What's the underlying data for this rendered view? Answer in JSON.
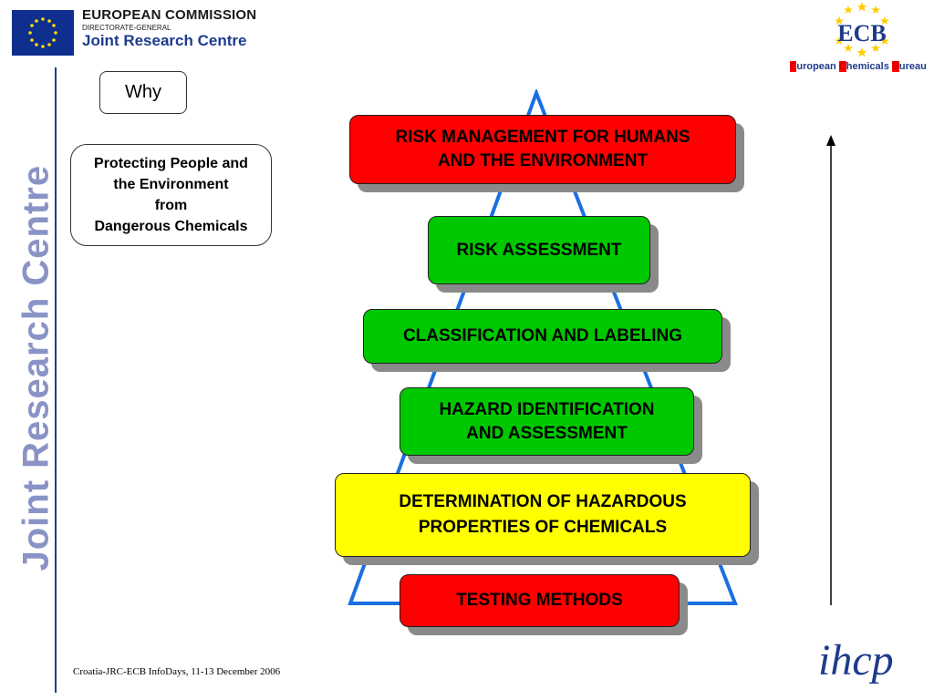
{
  "header": {
    "ec_title": "EUROPEAN COMMISSION",
    "ec_subtitle": "DIRECTORATE-GENERAL",
    "ec_centre": "Joint Research Centre",
    "ecb_logo_text": "ECB",
    "ecb_caption": {
      "e": "E",
      "uropean": "uropean ",
      "c": "C",
      "hemicals": "hemicals ",
      "b": "B",
      "ureau": "ureau"
    }
  },
  "sidebar": {
    "vertical_text": "Joint Research Centre"
  },
  "why_label": "Why",
  "protect": {
    "line1": "Protecting People and",
    "line2": "the Environment",
    "line3": "from",
    "line4": "Dangerous Chemicals"
  },
  "pyramid": {
    "risk_management": [
      "RISK MANAGEMENT FOR HUMANS",
      "AND THE ENVIRONMENT"
    ],
    "risk_assessment": "RISK ASSESSMENT",
    "classification": "CLASSIFICATION AND LABELING",
    "hazard": [
      "HAZARD IDENTIFICATION",
      "AND ASSESSMENT"
    ],
    "determination": [
      "DETERMINATION OF HAZARDOUS",
      "PROPERTIES OF CHEMICALS"
    ],
    "testing": "TESTING METHODS"
  },
  "colors": {
    "red": "#ff0000",
    "green": "#00c800",
    "yellow": "#ffff00",
    "triangle": "#1a6fe0",
    "brand_blue": "#1f3c8c"
  },
  "ihcp_logo_text": "ihcp",
  "footer": "Croatia-JRC-ECB InfoDays, 11-13 December 2006"
}
